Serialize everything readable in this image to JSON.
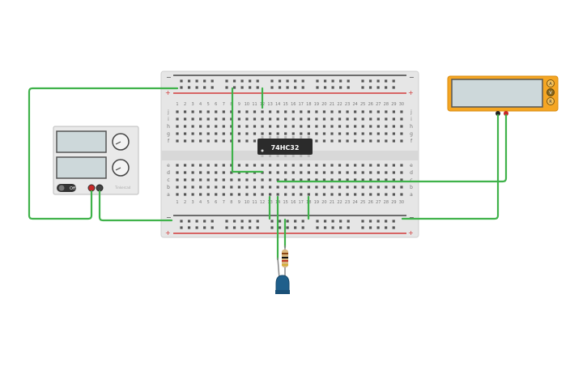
{
  "chip": {
    "label": "74HC32"
  },
  "breadboard": {
    "columns": [
      "1",
      "2",
      "3",
      "4",
      "5",
      "6",
      "7",
      "8",
      "9",
      "10",
      "11",
      "12",
      "13",
      "14",
      "15",
      "16",
      "17",
      "18",
      "19",
      "20",
      "21",
      "22",
      "23",
      "24",
      "25",
      "26",
      "27",
      "28",
      "29",
      "30"
    ],
    "rows_top": [
      "j",
      "i",
      "h",
      "g",
      "f"
    ],
    "rows_bottom": [
      "e",
      "d",
      "c",
      "b",
      "a"
    ],
    "rail_plus": "+",
    "rail_minus": "−"
  },
  "power_supply": {
    "switch_label": "Off",
    "brand": "Tinkercad"
  },
  "multimeter": {
    "mode_labels": [
      "A",
      "V",
      "R"
    ],
    "display": ""
  },
  "colors": {
    "wire": "#3fb24a",
    "board": "#e6e6e6",
    "rail_red": "#d23a3a",
    "rail_dark": "#444444",
    "multimeter_body": "#f5a623",
    "led": "#1f5f8b",
    "chip": "#2b2b2b"
  }
}
